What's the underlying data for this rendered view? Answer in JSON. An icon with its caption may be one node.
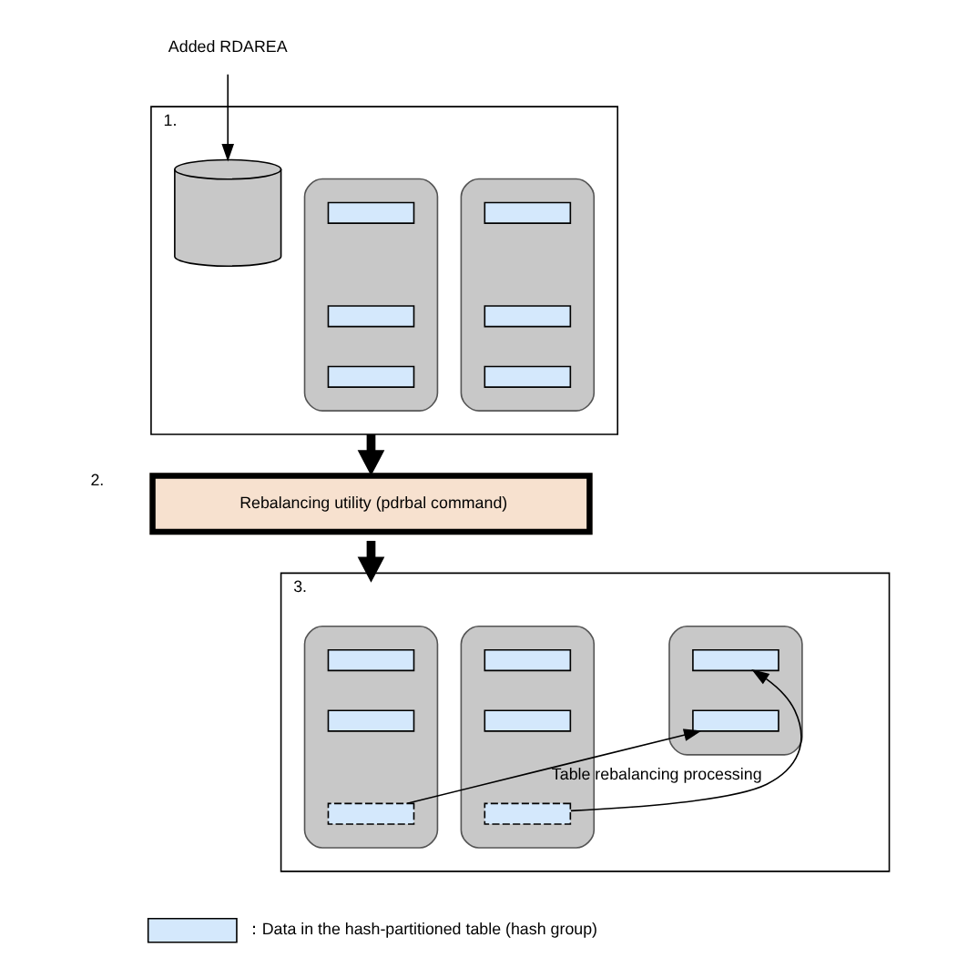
{
  "diagram": {
    "nodes": [
      {
        "text": [],
        "shape": "box",
        "beside": [
          "1."
        ]
      },
      {
        "text": [],
        "shape": "cylinder",
        "in": 0
      },
      {
        "text": [],
        "shape": "box",
        "in": 1
      },
      {
        "text": [],
        "shape": "box",
        "in": 1
      },
      {
        "text": [],
        "shape": "box",
        "in": 1
      },
      {
        "text": [],
        "shape": "cylinder",
        "in": 0
      },
      {
        "text": [],
        "shape": "box",
        "in": 5
      },
      {
        "text": [],
        "shape": "box",
        "in": 5
      },
      {
        "text": [],
        "shape": "box",
        "in": 5
      },
      {
        "text": [],
        "shape": "cylinder",
        "in": 0
      },
      {
        "text": [
          "Added RDAREA"
        ]
      },
      {
        "text": [
          "Rebalancing utility (pdrbal command)"
        ],
        "beside": [
          "2."
        ]
      },
      {
        "text": [],
        "shape": "box",
        "beside": [
          "3."
        ]
      },
      {
        "text": [],
        "shape": "cylinder",
        "in": 12
      },
      {
        "text": [],
        "shape": "box",
        "in": 13
      },
      {
        "text": [],
        "shape": "box",
        "in": 13
      },
      {
        "text": [],
        "shape": "box",
        "in": 13
      },
      {
        "text": [],
        "shape": "cylinder",
        "in": 12
      },
      {
        "text": [],
        "shape": "box",
        "in": 17
      },
      {
        "text": [],
        "shape": "box",
        "in": 17
      },
      {
        "text": [],
        "shape": "box",
        "in": 17
      },
      {
        "text": [],
        "shape": "cylinder",
        "in": 12
      },
      {
        "text": [],
        "shape": "box",
        "in": 21
      },
      {
        "text": [],
        "shape": "box",
        "in": 21
      }
    ],
    "edges": [
      {
        "from": 10,
        "to": 9,
        "arrow": "to"
      },
      {
        "from": 0,
        "to": 11,
        "arrow": "to",
        "style": "thick"
      },
      {
        "from": 11,
        "to": 12,
        "arrow": "to",
        "style": "thick"
      },
      {
        "from": 16,
        "to": 23,
        "arrow": "to",
        "label": "Table rebalancing processing"
      },
      {
        "from": 20,
        "to": 22,
        "arrow": "to"
      }
    ],
    "legend": [
      {
        "text": "：Data in the hash-partitioned table (hash group)",
        "color": "#d4e8fc"
      }
    ]
  }
}
